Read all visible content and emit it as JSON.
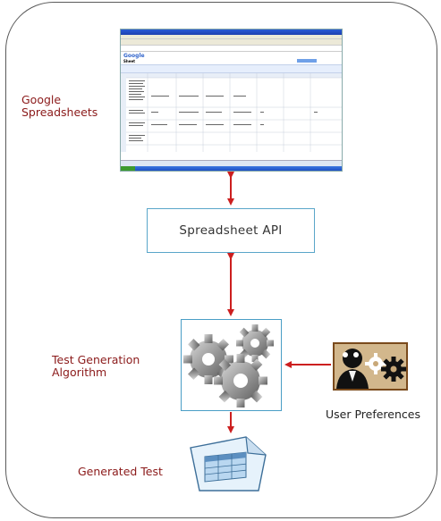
{
  "nodes": {
    "google_spreadsheets": "Google\nSpreadsheets",
    "spreadsheet_api": "Spreadsheet API",
    "test_generation_algorithm": "Test Generation\nAlgorithm",
    "user_preferences": "User Preferences",
    "generated_test": "Generated Test"
  },
  "screenshot": {
    "logo": "Google",
    "doc_title": "Sheet"
  },
  "colors": {
    "label_text": "#8b1a1a",
    "arrow": "#cc1f1f",
    "box_border": "#4a9ec6",
    "frame": "#5a5a5a",
    "document_fill": "#e6f2fb"
  },
  "icons": {
    "spreadsheet_screenshot": "spreadsheet-screenshot",
    "gears": "gears-icon",
    "user_preferences": "person-gear-icon",
    "document": "document-table-icon"
  }
}
